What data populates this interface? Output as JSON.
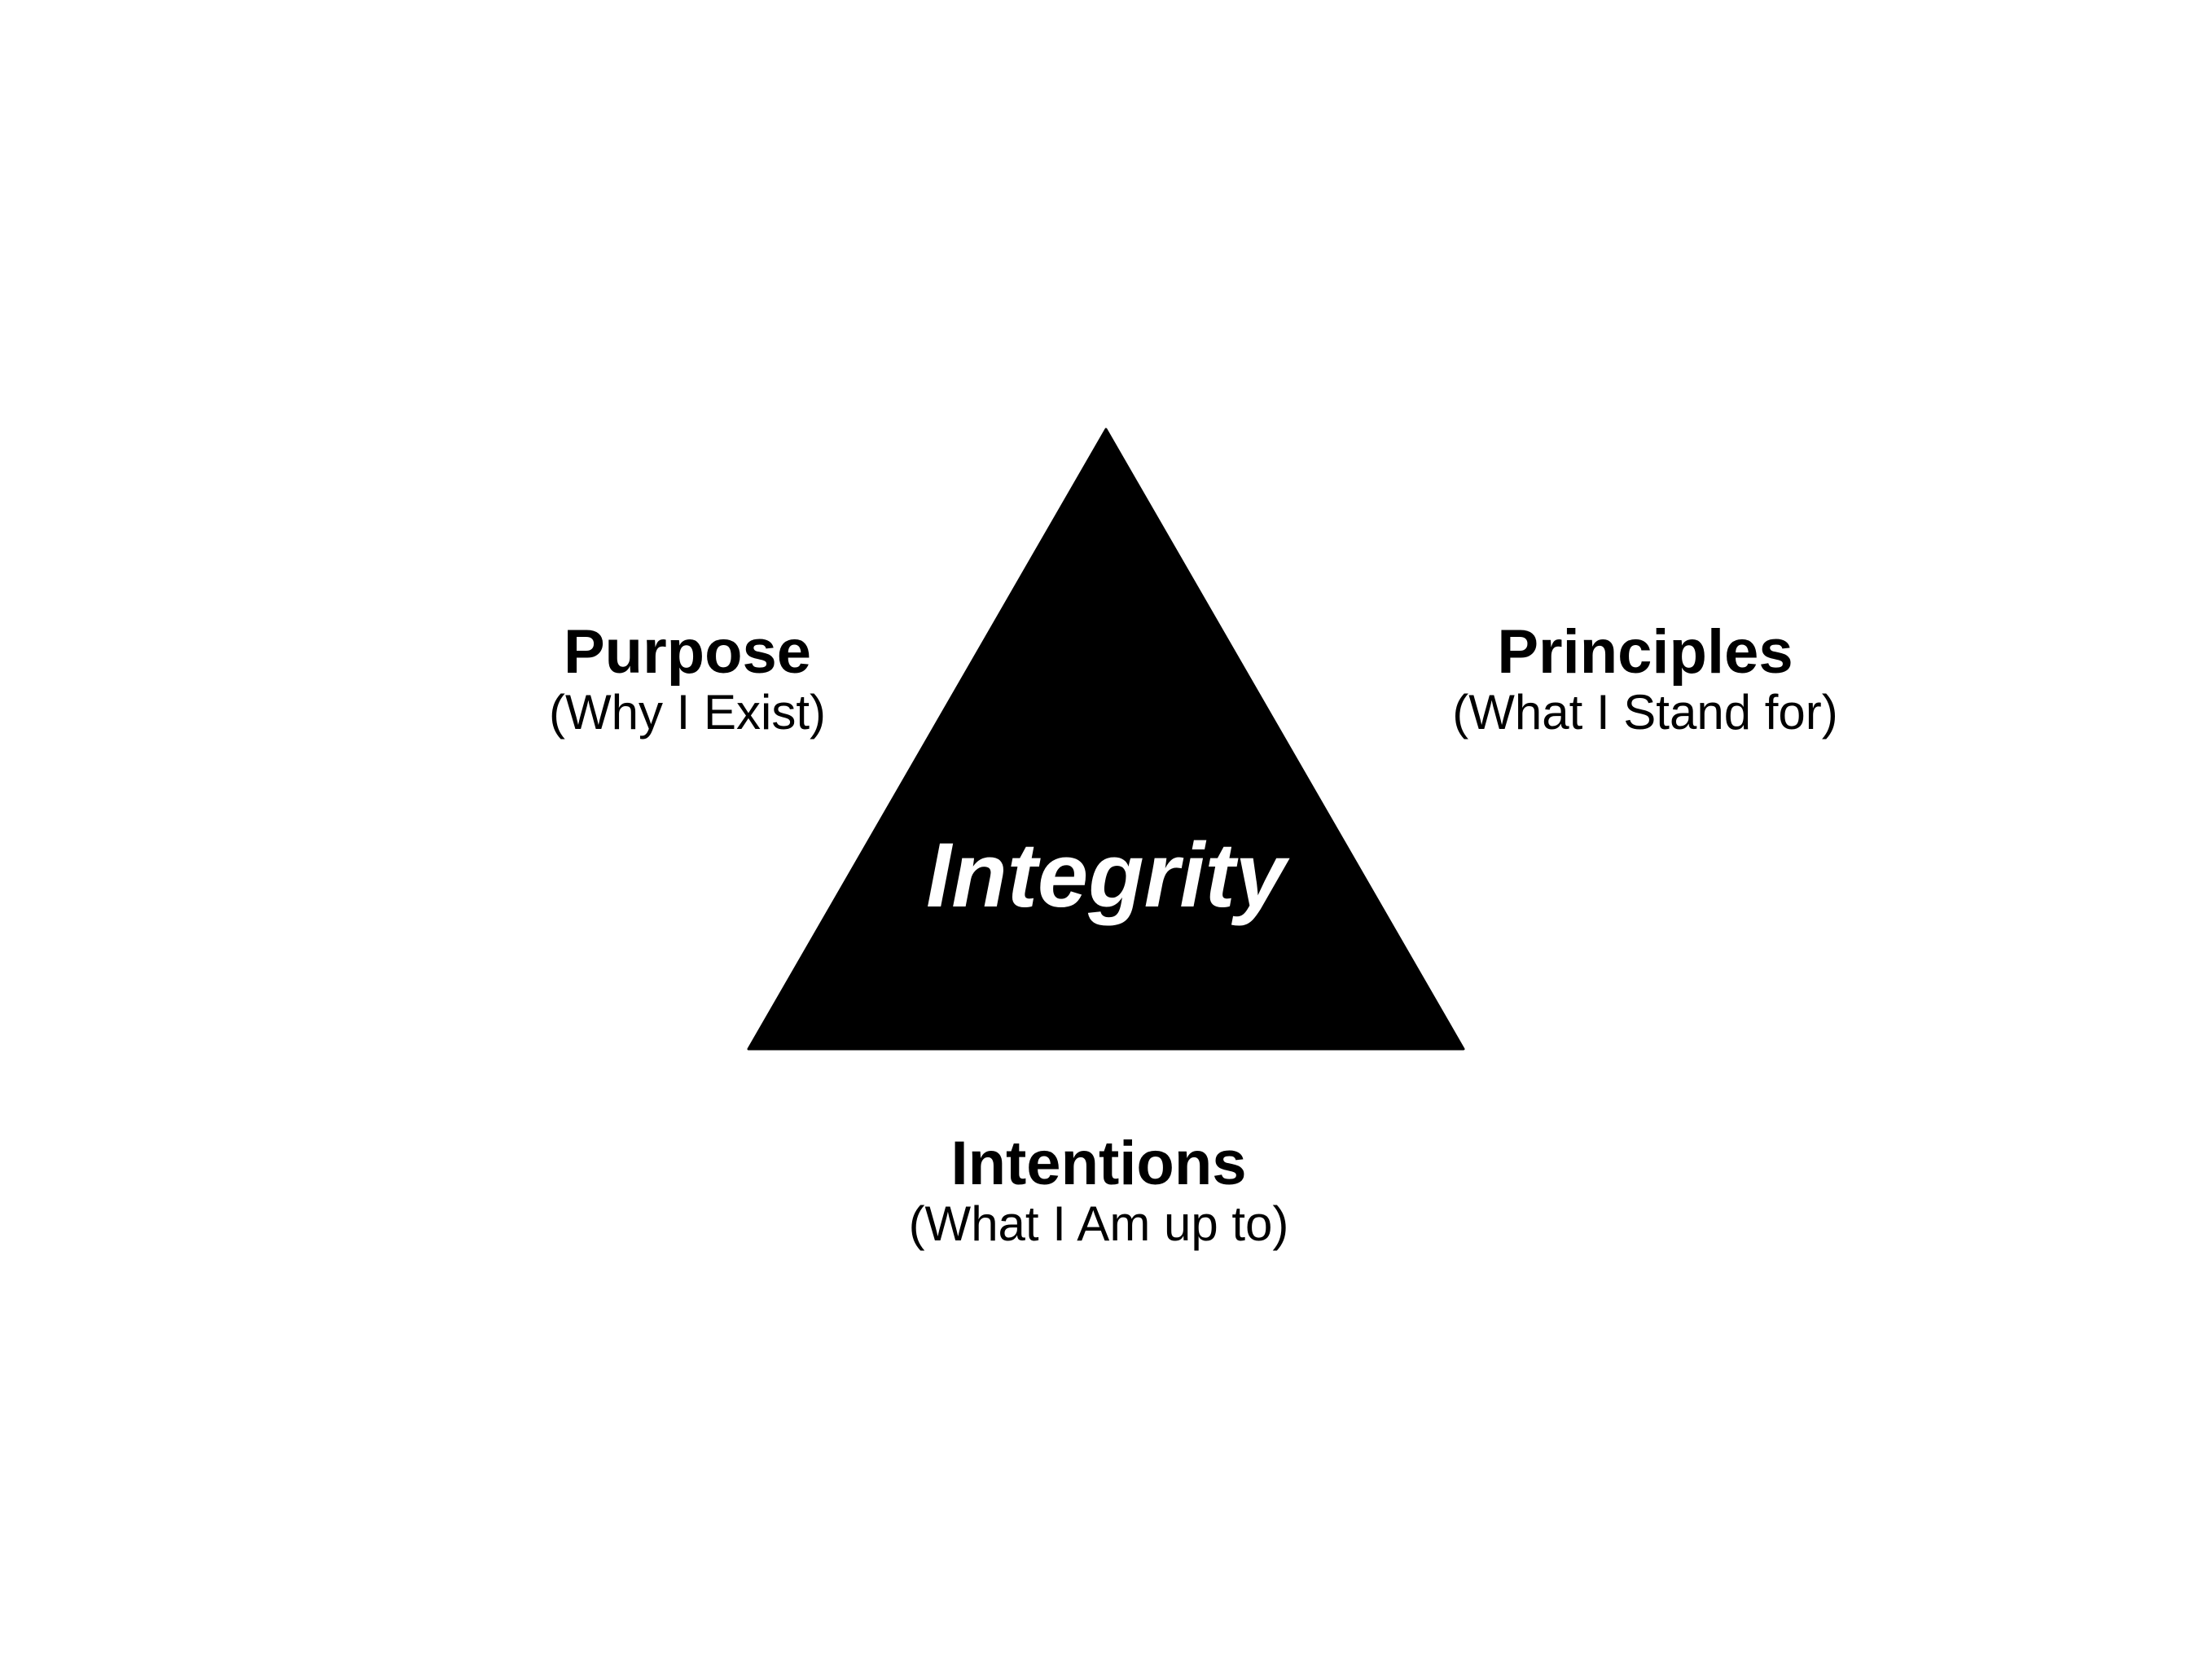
{
  "diagram": {
    "triangle_color": "#000000",
    "background_color": "#ffffff",
    "center": {
      "label": "Integrity",
      "color": "#ffffff"
    },
    "vertices": {
      "left": {
        "title": "Purpose",
        "subtitle": "(Why I Exist)"
      },
      "right": {
        "title": "Principles",
        "subtitle": "(What I Stand for)"
      },
      "bottom": {
        "title": "Intentions",
        "subtitle": "(What I Am up to)"
      }
    }
  }
}
